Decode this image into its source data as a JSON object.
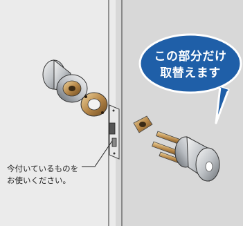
{
  "callout": {
    "line1": "この部分だけ",
    "line2": "取替えます"
  },
  "note": {
    "line1": "今付いているものを",
    "line2": "お使いください。"
  },
  "colors": {
    "callout_fill": "#1f5fa8",
    "callout_stroke": "#ffffff",
    "door_left": "#e9e9e9",
    "door_right": "#d6d6d6"
  },
  "icons": {
    "old_knob": "door-knob-icon",
    "new_knob": "door-knob-with-spindle-icon",
    "latch": "latch-plate-icon"
  }
}
